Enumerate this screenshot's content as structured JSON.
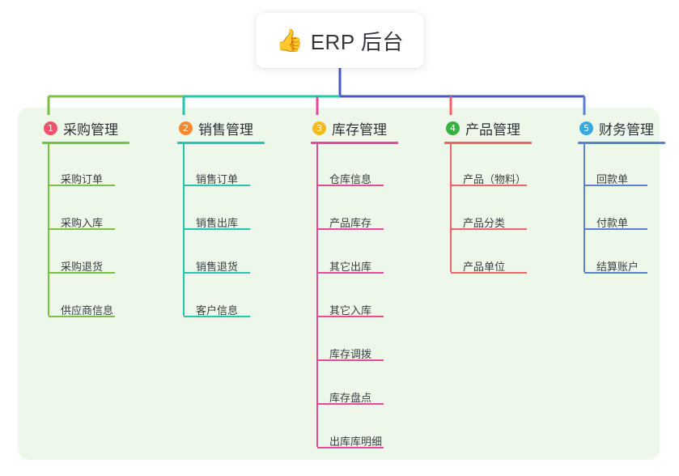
{
  "diagram": {
    "type": "mindmap-org-chart",
    "root": {
      "icon": "thumbs-up-icon",
      "emoji": "👍",
      "title": "ERP 后台"
    },
    "palette": {
      "panel_background": "#eef8ea",
      "page_background": "#ffffff",
      "root_stem": "#4a57bf",
      "text": "#33353d"
    },
    "branches": [
      {
        "index": "1",
        "badge_label": "1",
        "badge_color": "#f0516b",
        "line_color": "#7ac143",
        "title": "采购管理",
        "children": [
          "采购订单",
          "采购入库",
          "采购退货",
          "供应商信息"
        ]
      },
      {
        "index": "2",
        "badge_label": "2",
        "badge_color": "#f58a33",
        "line_color": "#23c6ae",
        "title": "销售管理",
        "children": [
          "销售订单",
          "销售出库",
          "销售退货",
          "客户信息"
        ]
      },
      {
        "index": "3",
        "badge_label": "3",
        "badge_color": "#f5b922",
        "line_color": "#ec4899",
        "title": "库存管理",
        "children": [
          "仓库信息",
          "产品库存",
          "其它出库",
          "其它入库",
          "库存调拨",
          "库存盘点",
          "出库库明细"
        ]
      },
      {
        "index": "4",
        "badge_label": "4",
        "badge_color": "#35b33f",
        "line_color": "#f4616b",
        "title": "产品管理",
        "children": [
          "产品（物料）",
          "产品分类",
          "产品单位"
        ]
      },
      {
        "index": "5",
        "badge_label": "5",
        "badge_color": "#36a9e1",
        "line_color": "#5b7fd4",
        "title": "财务管理",
        "children": [
          "回款单",
          "付款单",
          "结算账户"
        ]
      }
    ]
  }
}
